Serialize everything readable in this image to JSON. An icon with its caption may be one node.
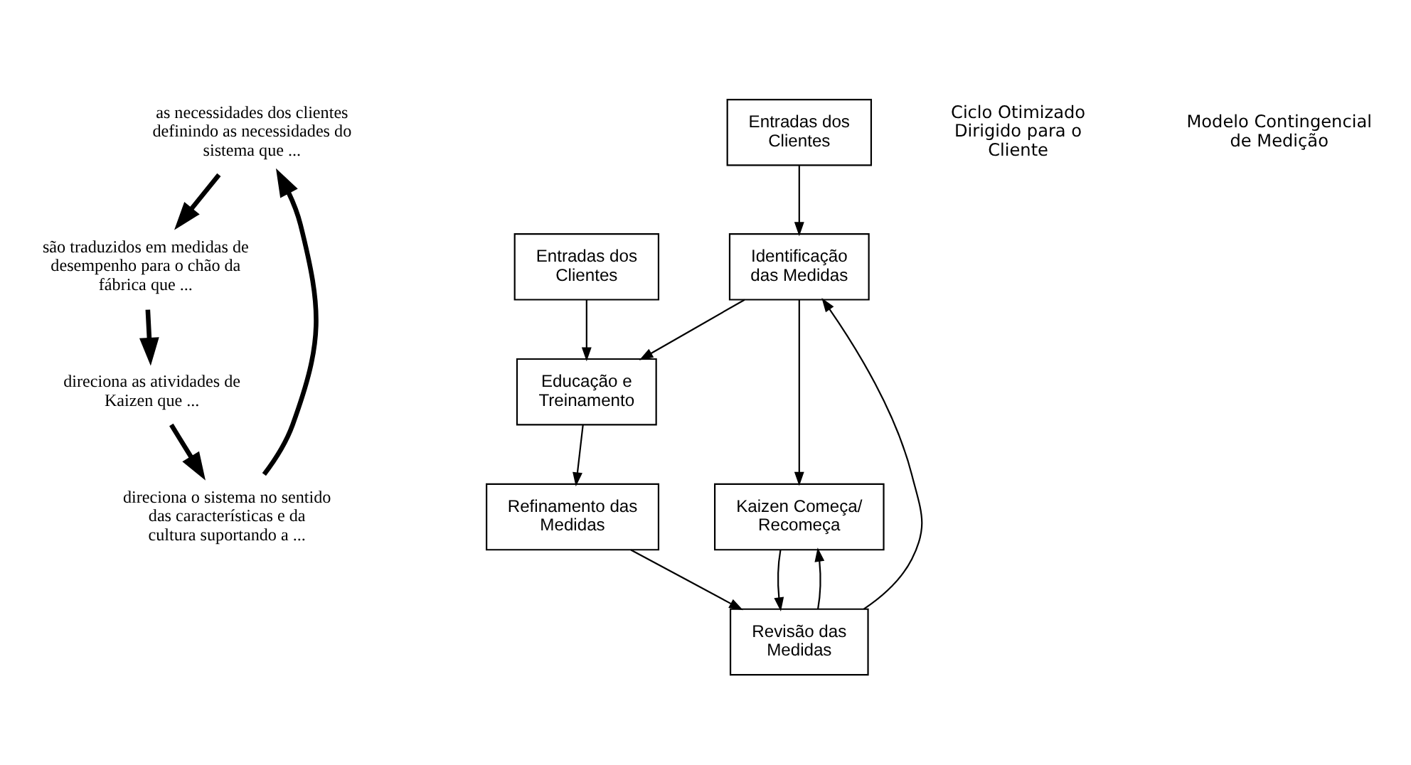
{
  "diagram": {
    "nodes": [
      {
        "text": [
          "as necessidades dos clientes definindo as necessidades do sistema que ..."
        ]
      },
      {
        "text": [
          "são traduzidos em medidas de desempenho para o chão da fábrica que ..."
        ]
      },
      {
        "text": [
          "direciona as atividades de Kaizen que ..."
        ]
      },
      {
        "text": [
          "direciona o sistema no sentido das características e da cultura suportando a ..."
        ]
      },
      {
        "text": [
          "Entradas dos Clientes"
        ]
      },
      {
        "text": [
          "Identificação das Medidas"
        ]
      },
      {
        "text": [
          "Entradas dos Clientes"
        ]
      },
      {
        "text": [
          "Educação e Treinamento"
        ]
      },
      {
        "text": [
          "Kaizen Começa/ Recomeça"
        ]
      },
      {
        "text": [
          "Refinamento das Medidas"
        ]
      },
      {
        "text": [
          "Revisão das Medidas"
        ]
      }
    ],
    "edges": [
      {
        "from": 0,
        "to": 1,
        "arrow": "to",
        "style": "thick"
      },
      {
        "from": 1,
        "to": 2,
        "arrow": "to",
        "style": "thick"
      },
      {
        "from": 2,
        "to": 3,
        "arrow": "to",
        "style": "thick"
      },
      {
        "from": 3,
        "to": 0,
        "arrow": "to",
        "style": "thick"
      },
      {
        "from": 4,
        "to": 5,
        "arrow": "to"
      },
      {
        "from": 5,
        "to": 8,
        "arrow": "to"
      },
      {
        "from": 5,
        "to": 7,
        "arrow": "to"
      },
      {
        "from": 6,
        "to": 7,
        "arrow": "to"
      },
      {
        "from": 7,
        "to": 9,
        "arrow": "to"
      },
      {
        "from": 9,
        "to": 10,
        "arrow": "to"
      },
      {
        "from": 8,
        "to": 10,
        "arrow": "to"
      },
      {
        "from": 10,
        "to": 8,
        "arrow": "to"
      },
      {
        "from": 10,
        "to": 5,
        "arrow": "to"
      }
    ],
    "labels": [
      "Ciclo Otimizado Dirigido para o Cliente",
      "Modelo Contingencial de Medição"
    ]
  }
}
